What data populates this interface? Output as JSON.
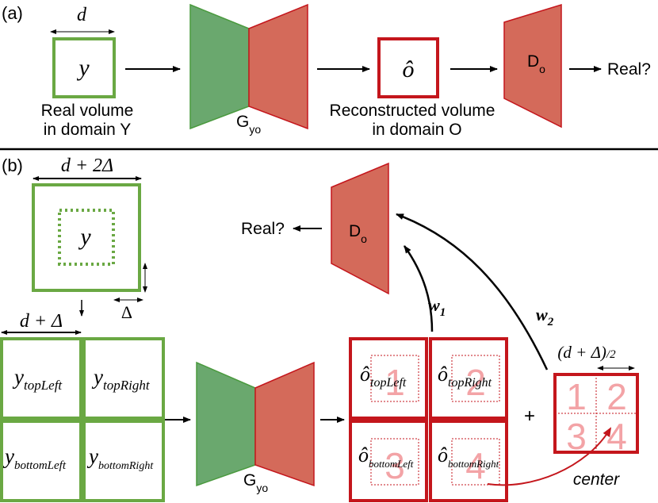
{
  "panel_a": {
    "label": "(a)",
    "d": "d",
    "y": "y",
    "real_line1": "Real volume",
    "real_line2": "in domain Y",
    "g": "G",
    "g_sub": "yo",
    "o_hat": "ô",
    "recon_line1": "Reconstructed volume",
    "recon_line2": "in domain O",
    "disc": "D",
    "disc_sub": "o",
    "real_q": "Real?"
  },
  "panel_b": {
    "label": "(b)",
    "d_plus_2delta": "d + 2Δ",
    "y": "y",
    "delta": "Δ",
    "d_plus_delta": "d + Δ",
    "real_q": "Real?",
    "disc": "D",
    "disc_sub": "o",
    "w1": "w",
    "w1_sub": "1",
    "w2": "w",
    "w2_sub": "2",
    "patches_y": [
      {
        "base": "y",
        "sub": "topLeft"
      },
      {
        "base": "y",
        "sub": "topRight"
      },
      {
        "base": "y",
        "sub": "bottomLeft"
      },
      {
        "base": "y",
        "sub": "bottomRight"
      }
    ],
    "g": "G",
    "g_sub": "yo",
    "patches_o": [
      {
        "base": "ô",
        "sub": "topLeft",
        "num": "1"
      },
      {
        "base": "ô",
        "sub": "topRight",
        "num": "2"
      },
      {
        "base": "ô",
        "sub": "bottomLeft",
        "num": "3"
      },
      {
        "base": "ô",
        "sub": "bottomRight",
        "num": "4"
      }
    ],
    "plus": "+",
    "center_label": "(d + Δ)",
    "center_div": "/2",
    "center_nums": [
      "1",
      "2",
      "3",
      "4"
    ],
    "center_caption": "center"
  },
  "colors": {
    "green": "#6aa843",
    "green_fill": "#6aa86e",
    "red": "#c4161c",
    "red_fill": "#d46a5a",
    "pink": "#f3a3a6"
  }
}
